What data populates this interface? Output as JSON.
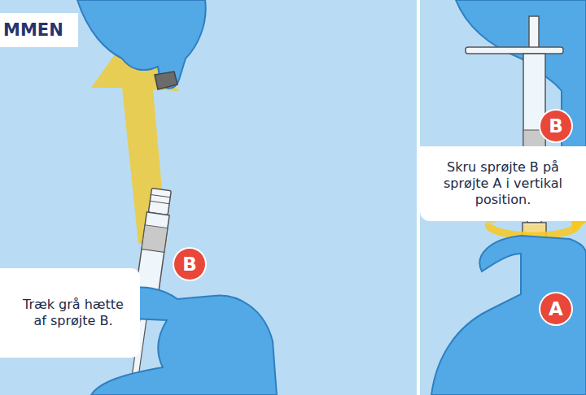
{
  "diagram": {
    "title": "MMEN",
    "nodes": [
      {
        "text": [
          "Træk grå hætte af sprøjte B."
        ]
      },
      {
        "text": [
          "B"
        ]
      },
      {
        "text": [
          "Skru sprøjte B på sprøjte A i vertikal position."
        ]
      },
      {
        "text": [
          "B"
        ]
      },
      {
        "text": [
          "A"
        ]
      }
    ]
  }
}
